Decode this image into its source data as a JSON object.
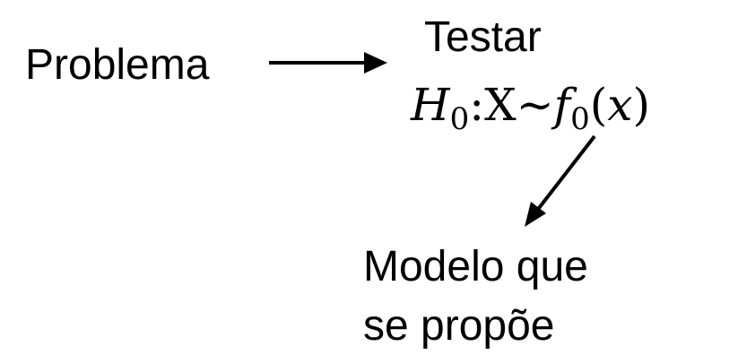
{
  "diagram": {
    "problem_label": "Problema",
    "test_label": "Testar",
    "hypothesis": {
      "symbol": "H",
      "symbol_subscript": "0",
      "colon": ":",
      "variable": "X",
      "relation": "∼",
      "function": "f",
      "function_subscript": "0",
      "open_paren": "(",
      "argument": "x",
      "close_paren": ")"
    },
    "model_label_line1": "Modelo que",
    "model_label_line2": "se propõe"
  },
  "colors": {
    "text": "#000000",
    "background": "#ffffff",
    "arrow": "#000000"
  }
}
